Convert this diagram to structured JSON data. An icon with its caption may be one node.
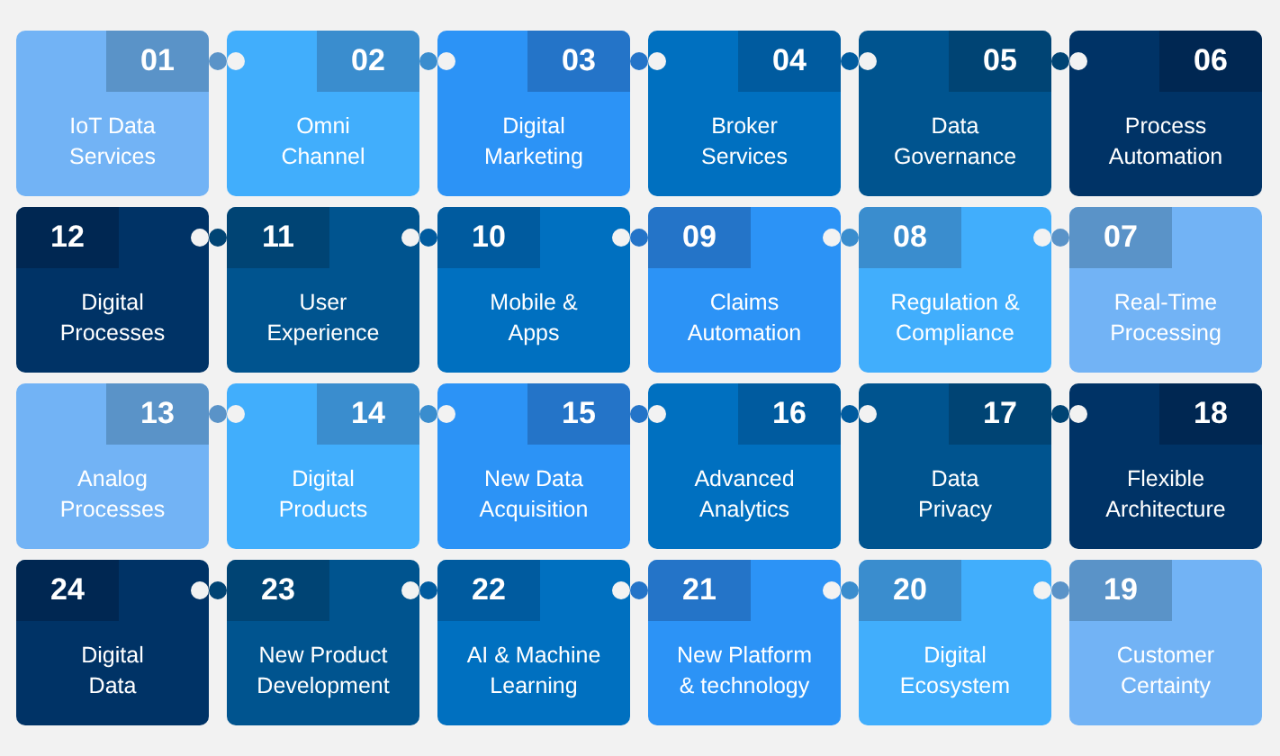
{
  "diagram": {
    "nodes": [
      {
        "text": [
          "01",
          "IoT Data Services"
        ]
      },
      {
        "text": [
          "02",
          "Omni Channel"
        ]
      },
      {
        "text": [
          "03",
          "Digital Marketing"
        ]
      },
      {
        "text": [
          "04",
          "Broker Services"
        ]
      },
      {
        "text": [
          "05",
          "Data Governance"
        ]
      },
      {
        "text": [
          "06",
          "Process Automation"
        ]
      },
      {
        "text": [
          "12",
          "Digital Processes"
        ]
      },
      {
        "text": [
          "11",
          "User Experience"
        ]
      },
      {
        "text": [
          "10",
          "Mobile & Apps"
        ]
      },
      {
        "text": [
          "09",
          "Claims Automation"
        ]
      },
      {
        "text": [
          "08",
          "Regulation & Compliance"
        ]
      },
      {
        "text": [
          "07",
          "Real-Time Processing"
        ]
      },
      {
        "text": [
          "13",
          "Analog Processes"
        ]
      },
      {
        "text": [
          "14",
          "Digital Products"
        ]
      },
      {
        "text": [
          "15",
          "New Data Acquisition"
        ]
      },
      {
        "text": [
          "16",
          "Advanced Analytics"
        ]
      },
      {
        "text": [
          "17",
          "Data Privacy"
        ]
      },
      {
        "text": [
          "18",
          "Flexible Architecture"
        ]
      },
      {
        "text": [
          "24",
          "Digital Data"
        ]
      },
      {
        "text": [
          "23",
          "New Product Development"
        ]
      },
      {
        "text": [
          "22",
          "AI & Machine Learning"
        ]
      },
      {
        "text": [
          "21",
          "New Platform & technology"
        ]
      },
      {
        "text": [
          "20",
          "Digital Ecosystem"
        ]
      },
      {
        "text": [
          "19",
          "Customer Certainty"
        ]
      }
    ],
    "edges": [
      {
        "from": 0,
        "to": 1,
        "arrow": "none",
        "color": "#5a93c8"
      },
      {
        "from": 1,
        "to": 2,
        "arrow": "none",
        "color": "#3a8dce"
      },
      {
        "from": 2,
        "to": 3,
        "arrow": "none",
        "color": "#2474c8"
      },
      {
        "from": 3,
        "to": 4,
        "arrow": "none",
        "color": "#005b9f"
      },
      {
        "from": 4,
        "to": 5,
        "arrow": "none",
        "color": "#004474"
      },
      {
        "from": 11,
        "to": 10,
        "arrow": "none",
        "color": "#5a93c8"
      },
      {
        "from": 10,
        "to": 9,
        "arrow": "none",
        "color": "#3a8dce"
      },
      {
        "from": 9,
        "to": 8,
        "arrow": "none",
        "color": "#2474c8"
      },
      {
        "from": 8,
        "to": 7,
        "arrow": "none",
        "color": "#005b9f"
      },
      {
        "from": 7,
        "to": 6,
        "arrow": "none",
        "color": "#004474"
      },
      {
        "from": 12,
        "to": 13,
        "arrow": "none",
        "color": "#5a93c8"
      },
      {
        "from": 13,
        "to": 14,
        "arrow": "none",
        "color": "#3a8dce"
      },
      {
        "from": 14,
        "to": 15,
        "arrow": "none",
        "color": "#2474c8"
      },
      {
        "from": 15,
        "to": 16,
        "arrow": "none",
        "color": "#005b9f"
      },
      {
        "from": 16,
        "to": 17,
        "arrow": "none",
        "color": "#004474"
      },
      {
        "from": 23,
        "to": 22,
        "arrow": "none",
        "color": "#5a93c8"
      },
      {
        "from": 22,
        "to": 21,
        "arrow": "none",
        "color": "#3a8dce"
      },
      {
        "from": 21,
        "to": 20,
        "arrow": "none",
        "color": "#2474c8"
      },
      {
        "from": 20,
        "to": 19,
        "arrow": "none",
        "color": "#005b9f"
      },
      {
        "from": 19,
        "to": 18,
        "arrow": "none",
        "color": "#004474"
      }
    ]
  }
}
